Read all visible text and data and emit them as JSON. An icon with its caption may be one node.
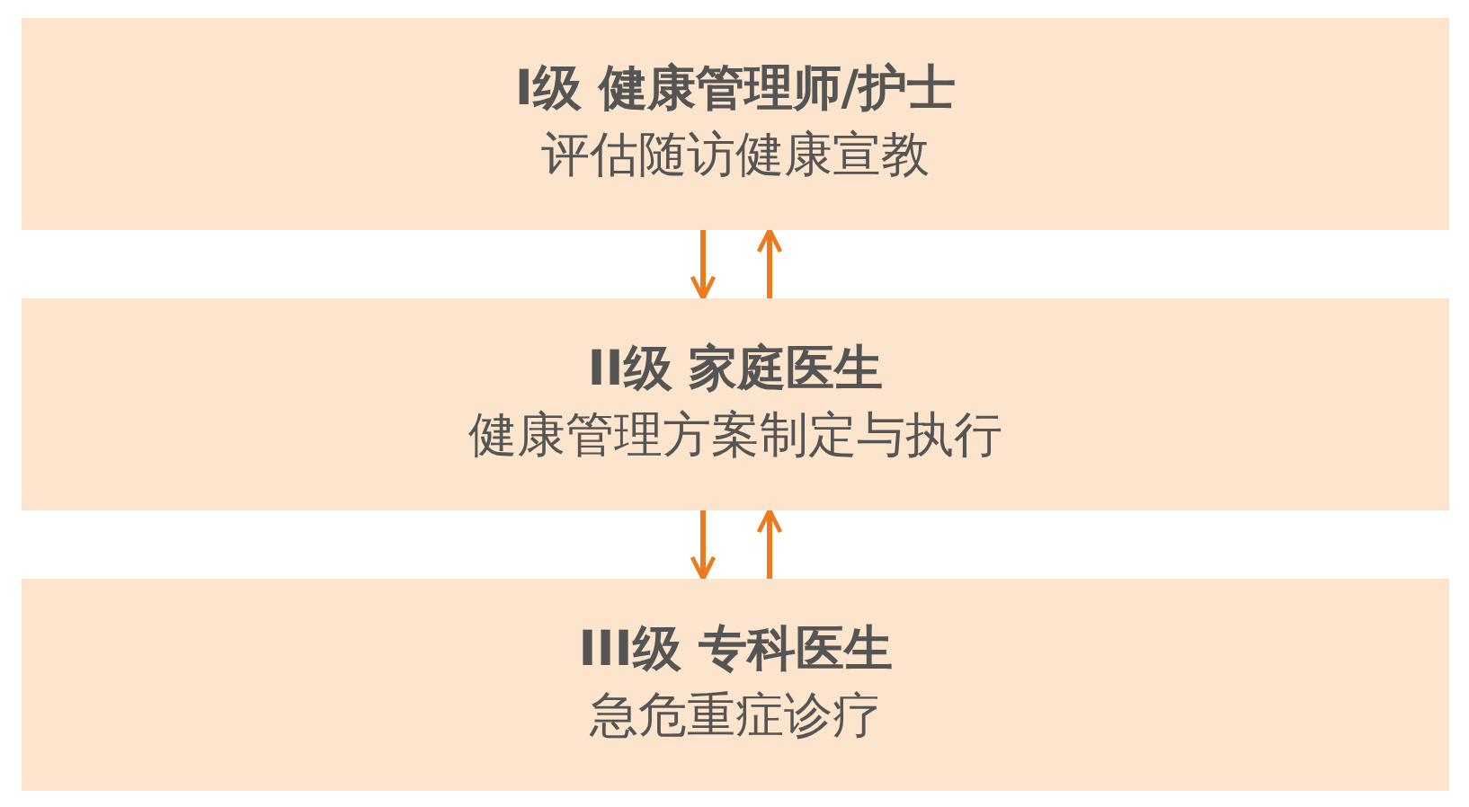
{
  "diagram": {
    "nodes": [
      {
        "text": [
          "I级 健康管理师/护士",
          "评估随访健康宣教"
        ]
      },
      {
        "text": [
          "II级 家庭医生",
          "健康管理方案制定与执行"
        ]
      },
      {
        "text": [
          "III级 专科医生",
          "急危重症诊疗"
        ]
      }
    ],
    "edges": [
      {
        "from": 0,
        "to": 1,
        "arrow": "to"
      },
      {
        "from": 1,
        "to": 0,
        "arrow": "to"
      },
      {
        "from": 1,
        "to": 2,
        "arrow": "to"
      },
      {
        "from": 2,
        "to": 1,
        "arrow": "to"
      }
    ]
  }
}
